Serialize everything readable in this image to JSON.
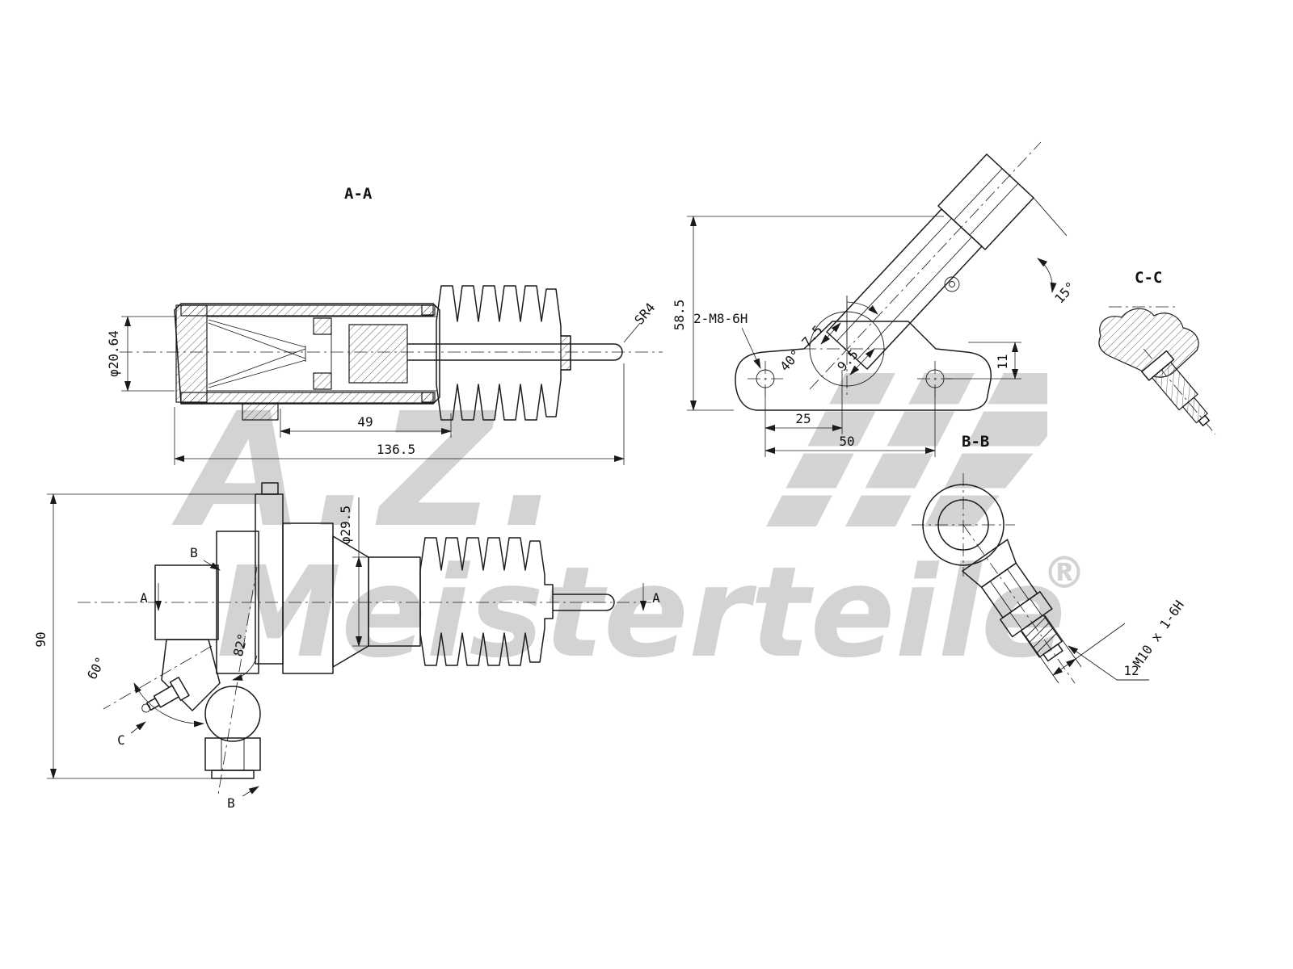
{
  "labels": {
    "view_aa": "A-A",
    "view_bb": "B-B",
    "view_cc": "C-C",
    "bore_diameter": "φ20.64",
    "stroke_49": "49",
    "overall_length": "136.5",
    "rod_tip_radius": "SR4",
    "height_585": "58.5",
    "mount_thread": "2-M8-6H",
    "dim_75": "7.5",
    "angle_40": "40°",
    "dim_95": "9.5",
    "angle_15": "15°",
    "dim_11": "11",
    "dim_25": "25",
    "dim_50": "50",
    "dim_12": "12",
    "port_thread": "M10 x 1-6H",
    "height_90": "90",
    "boot_diameter": "φ29.5",
    "angle_60": "60°",
    "angle_82": "82°",
    "section_a": "A",
    "section_b": "B",
    "section_c": "C"
  },
  "watermark": {
    "brand": "A.Z.",
    "name": "Meisterteile",
    "registered": "®"
  }
}
